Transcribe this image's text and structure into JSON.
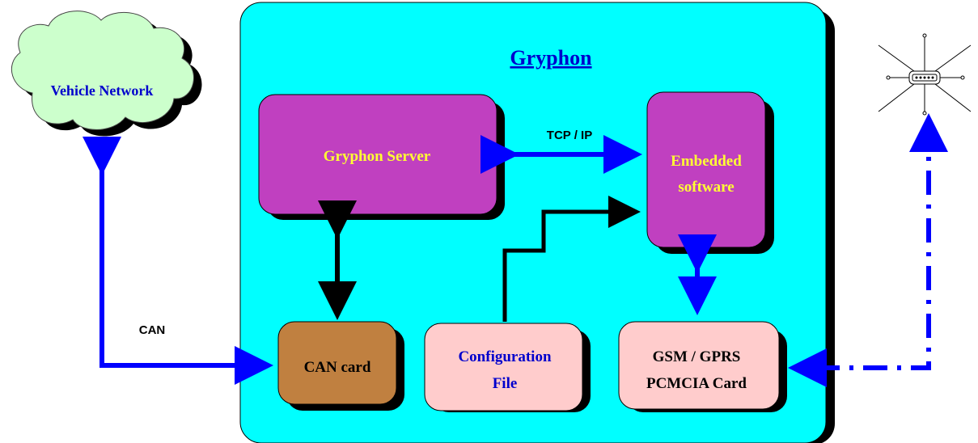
{
  "title": "Gryphon",
  "nodes": {
    "vehicle_network": "Vehicle Network",
    "gryphon_server": "Gryphon Server",
    "embedded_line1": "Embedded",
    "embedded_line2": "software",
    "can_card": "CAN card",
    "config_line1": "Configuration",
    "config_line2": "File",
    "gsm_line1": "GSM / GPRS",
    "gsm_line2": "PCMCIA Card"
  },
  "edge_labels": {
    "tcp_ip": "TCP / IP",
    "can": "CAN"
  },
  "colors": {
    "gryphon_bg": "#00FFFF",
    "cloud_fill": "#CCFFCC",
    "purple_box": "#C040C0",
    "brown_box": "#C08040",
    "pink_box": "#FFCCCC",
    "title_blue": "#0000CC",
    "yellow_text": "#FFFF33",
    "arrow_blue": "#0000FF",
    "arrow_black": "#000000"
  },
  "icons": {
    "network_device": "network-hub-icon"
  }
}
